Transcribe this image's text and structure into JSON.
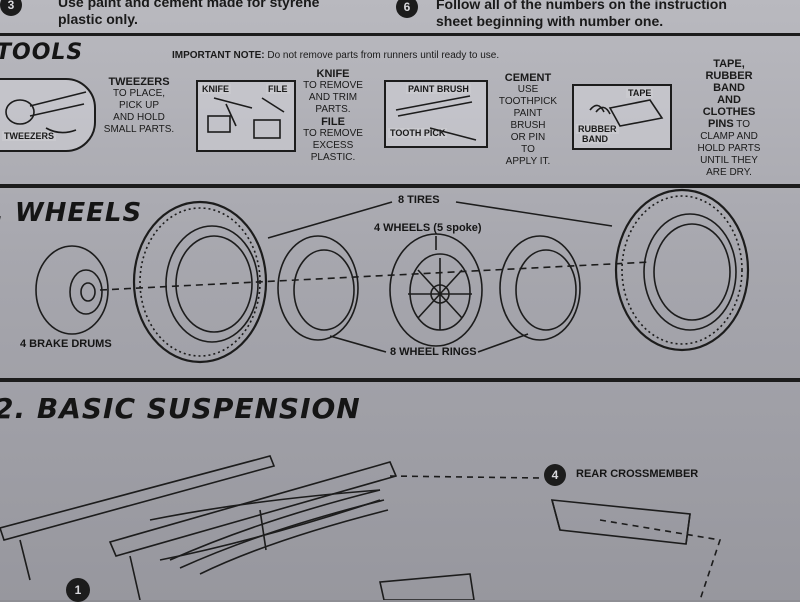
{
  "header": {
    "step_a_number": "3",
    "step_a_text_line1": "Use paint and cement made for styrene",
    "step_a_text_line2": "plastic only.",
    "step_b_number": "6",
    "step_b_text_line1": "Follow all of the numbers on the instruction",
    "step_b_text_line2": "sheet beginning with number one."
  },
  "tools": {
    "title": "TOOLS",
    "important_label": "IMPORTANT NOTE:",
    "important_text": "Do not remove parts from runners until ready to use.",
    "tweezers": {
      "box_label": "TWEEZERS",
      "heading": "TWEEZERS",
      "line1": "TO PLACE,",
      "line2": "PICK UP",
      "line3": "AND HOLD",
      "line4": "SMALL PARTS."
    },
    "knife_file": {
      "box_label_knife": "KNIFE",
      "box_label_file": "FILE",
      "heading_knife": "KNIFE",
      "knife_line1": "TO REMOVE",
      "knife_line2": "AND TRIM",
      "knife_line3": "PARTS.",
      "heading_file": "FILE",
      "file_line1": "TO REMOVE",
      "file_line2": "EXCESS",
      "file_line3": "PLASTIC."
    },
    "cement": {
      "box_label_brush": "PAINT BRUSH",
      "box_label_pick": "TOOTH PICK",
      "heading": "CEMENT",
      "line1": "USE",
      "line2": "TOOTHPICK",
      "line3": "PAINT",
      "line4": "BRUSH",
      "line5": "OR PIN",
      "line6": "TO",
      "line7": "APPLY IT."
    },
    "tape": {
      "box_label_tape": "TAPE",
      "box_label_rubber": "RUBBER",
      "box_label_band": "BAND",
      "heading_line1": "TAPE,",
      "heading_line2": "RUBBER",
      "heading_line3": "BAND",
      "heading_line4": "AND",
      "heading_line5": "CLOTHES",
      "heading_line6": "PINS",
      "line1": "TO",
      "line2": "CLAMP AND",
      "line3": "HOLD PARTS",
      "line4": "UNTIL THEY",
      "line5": "ARE DRY."
    }
  },
  "wheels": {
    "title": ". WHEELS",
    "tires_callout": "8 TIRES",
    "wheels_callout": "4 WHEELS (5 spoke)",
    "brake_drums_callout": "4 BRAKE DRUMS",
    "wheel_rings_callout": "8 WHEEL RINGS"
  },
  "suspension": {
    "title": "2. BASIC  SUSPENSION",
    "step_number": "4",
    "rear_crossmember_label": "REAR CROSSMEMBER",
    "step_one_number": "1"
  }
}
